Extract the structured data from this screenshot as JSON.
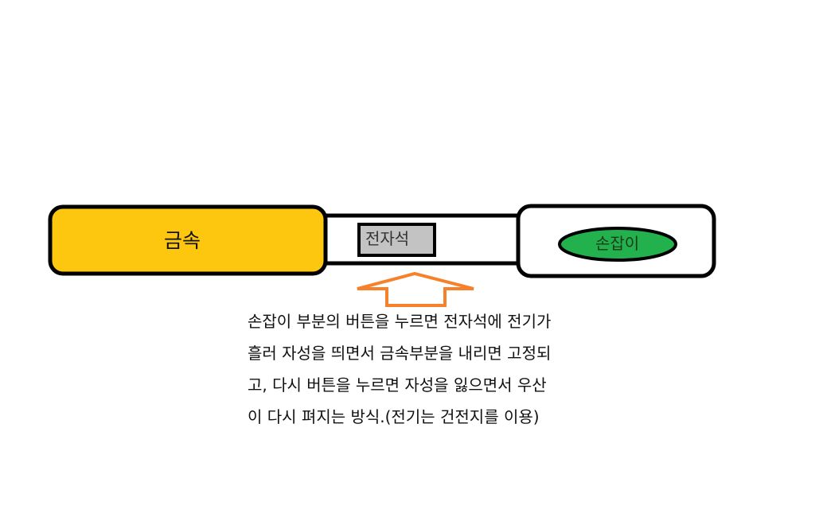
{
  "labels": {
    "metal": "금속",
    "electromagnet": "전자석",
    "handle": "손잡이"
  },
  "description": {
    "lines": [
      "손잡이 부분의 버튼을 누르면 전자석에 전기가",
      "흘러 자성을 띄면서 금속부분을 내리면 고정되",
      "고, 다시 버튼을 누르면 자성을 잃으면서 우산",
      "이 다시 펴지는 방식.(전기는 건전지를 이용)"
    ]
  },
  "colors": {
    "metal_fill": "#fdc70f",
    "handle_fill": "#ffffff",
    "button_fill": "#22b14c",
    "magnet_fill": "#c3c3c3",
    "arrow_stroke": "#f7812a",
    "outline": "#000000"
  }
}
